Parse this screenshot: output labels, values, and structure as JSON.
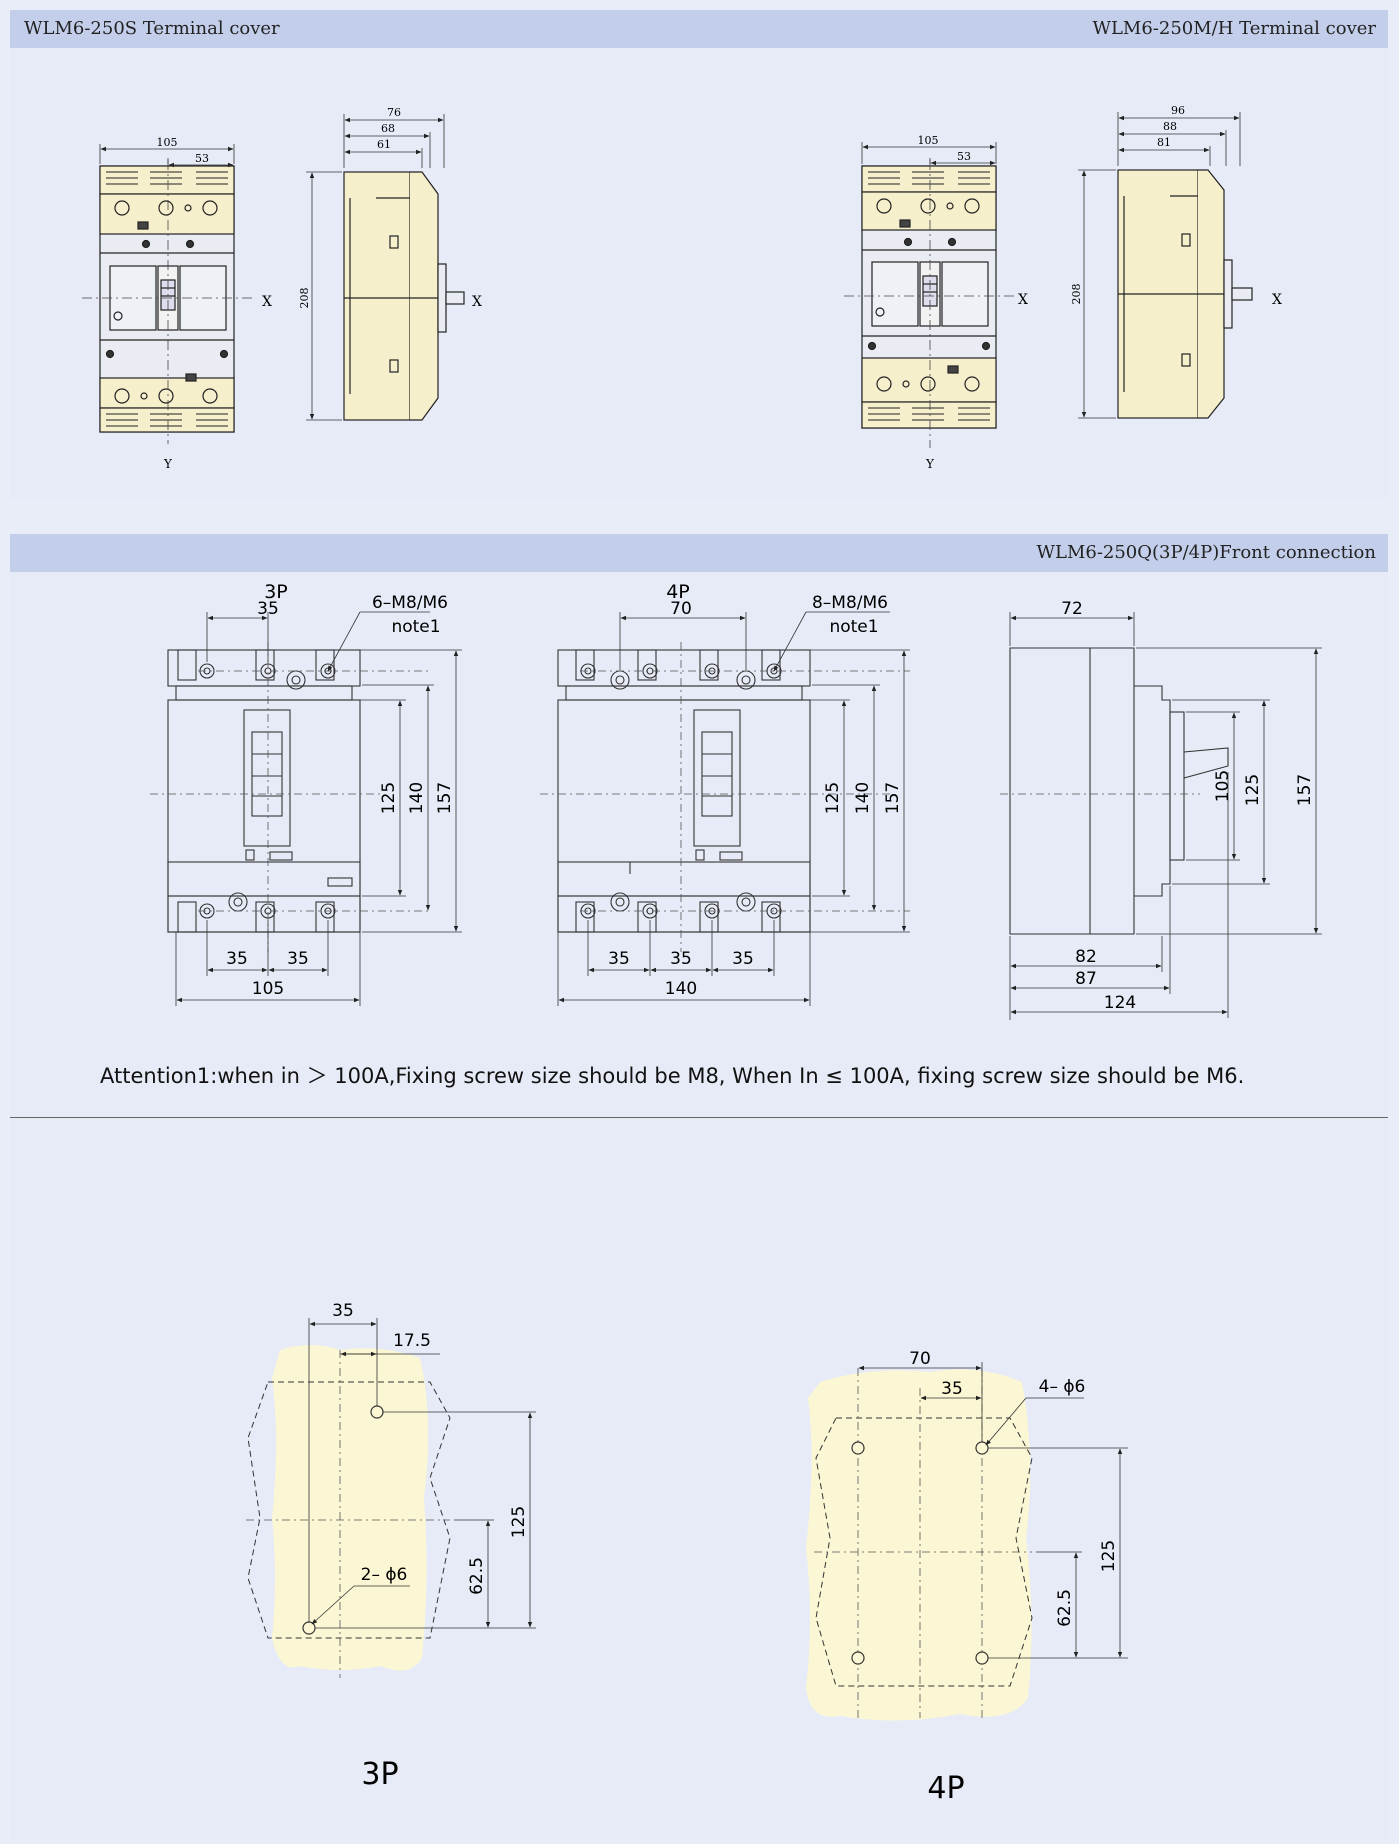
{
  "header1": {
    "left_title": "WLM6-250S Terminal cover",
    "right_title": "WLM6-250M/H Terminal cover"
  },
  "header2": {
    "title": "WLM6-250Q(3P/4P)Front connection"
  },
  "terminal_s": {
    "width": "105",
    "half": "53",
    "height": "208",
    "side_widths": [
      "76",
      "68",
      "61"
    ],
    "axis_x": "X",
    "axis_y": "Y"
  },
  "terminal_mh": {
    "width": "105",
    "half": "53",
    "height": "208",
    "side_widths": [
      "96",
      "88",
      "81"
    ],
    "axis_x": "X",
    "axis_y": "Y"
  },
  "front_3p": {
    "label": "3P",
    "pitch_top": "35",
    "screw": "6–M8/M6",
    "note": "note1",
    "heights": [
      "125",
      "140",
      "157"
    ],
    "bottom_pitches": [
      "35",
      "35"
    ],
    "width": "105"
  },
  "front_4p": {
    "label": "4P",
    "pitch_top": "70",
    "screw": "8–M8/M6",
    "note": "note1",
    "heights": [
      "125",
      "140",
      "157"
    ],
    "bottom_pitches": [
      "35",
      "35",
      "35"
    ],
    "width": "140"
  },
  "front_side": {
    "top": "72",
    "heights": [
      "105",
      "125",
      "157"
    ],
    "depths": [
      "82",
      "87",
      "124"
    ]
  },
  "attention": "Attention1:when in ＞ 100A,Fixing screw size should be M8, When In ≤ 100A, fixing screw size should be M6.",
  "mount_3p": {
    "label": "3P",
    "pitch": "35",
    "offset": "17.5",
    "holes": "2– ϕ6",
    "height": "125",
    "half_height": "62.5"
  },
  "mount_4p": {
    "label": "4P",
    "pitch_outer": "70",
    "pitch_inner": "35",
    "holes": "4– ϕ6",
    "height": "125",
    "half_height": "62.5"
  }
}
